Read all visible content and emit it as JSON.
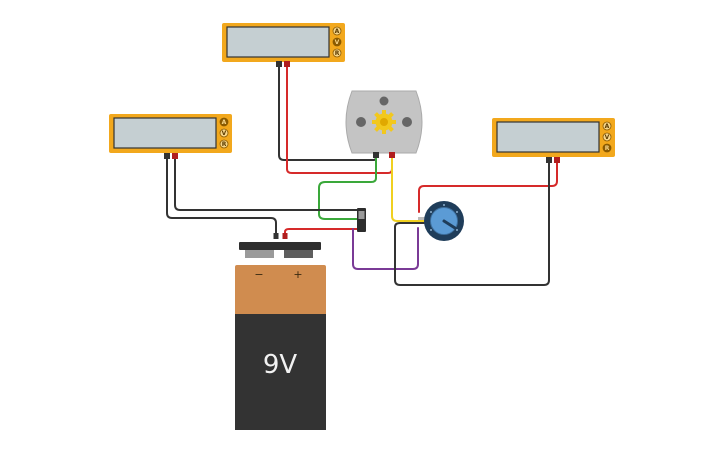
{
  "circuit": {
    "battery": {
      "voltage_label": "9V",
      "minus_label": "−",
      "plus_label": "+"
    },
    "multimeters": [
      {
        "id": "top-multimeter",
        "mode_labels": [
          "A",
          "V",
          "R"
        ],
        "selected": "V"
      },
      {
        "id": "left-multimeter",
        "mode_labels": [
          "A",
          "V",
          "R"
        ],
        "selected": "A"
      },
      {
        "id": "right-multimeter",
        "mode_labels": [
          "A",
          "V",
          "R"
        ],
        "selected": "R"
      }
    ],
    "components": [
      "dc-motor",
      "slide-switch",
      "potentiometer"
    ],
    "colors": {
      "multimeter_body": "#f2a81d",
      "multimeter_screen": "#c5cfd2",
      "wire_black": "#333333",
      "wire_red": "#d62a2a",
      "wire_green": "#3aa83a",
      "wire_yellow": "#f0d020",
      "wire_purple": "#7a3a96",
      "battery_top": "#d08c4f",
      "battery_body": "#333333",
      "motor_body": "#c4c4c4",
      "motor_gear": "#f2c81d",
      "pot_body": "#1f3d5a",
      "pot_knob": "#5b9bd5"
    }
  }
}
